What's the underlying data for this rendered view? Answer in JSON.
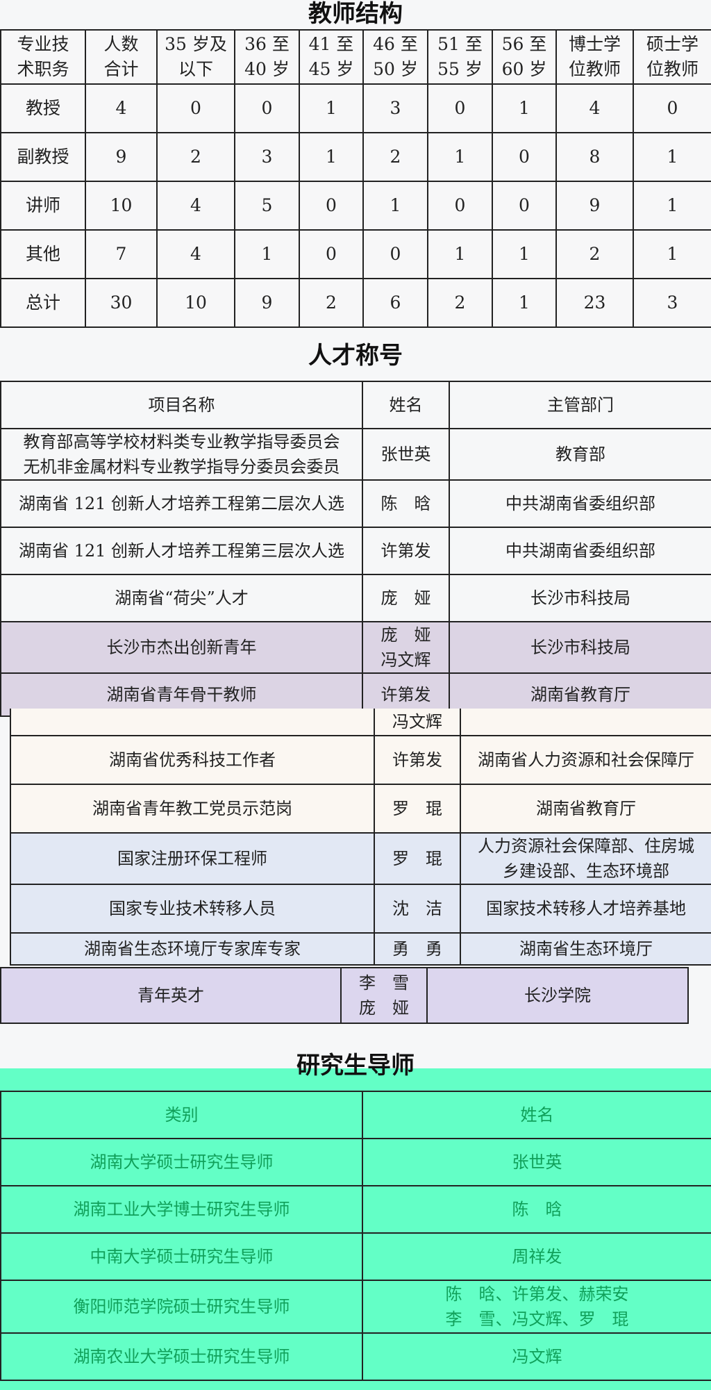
{
  "titles": {
    "structure": "教师结构",
    "talent": "人才称号",
    "supervisor": "研究生导师"
  },
  "structure": {
    "headers": [
      [
        "专业技",
        "术职务"
      ],
      [
        "人数",
        "合计"
      ],
      [
        "35 岁及",
        "以下"
      ],
      [
        "36 至",
        "40 岁"
      ],
      [
        "41 至",
        "45 岁"
      ],
      [
        "46 至",
        "50 岁"
      ],
      [
        "51 至",
        "55 岁"
      ],
      [
        "56 至",
        "60 岁"
      ],
      [
        "博士学",
        "位教师"
      ],
      [
        "硕士学",
        "位教师"
      ]
    ],
    "rows": [
      [
        "教授",
        "4",
        "0",
        "0",
        "1",
        "3",
        "0",
        "1",
        "4",
        "0"
      ],
      [
        "副教授",
        "9",
        "2",
        "3",
        "1",
        "2",
        "1",
        "0",
        "8",
        "1"
      ],
      [
        "讲师",
        "10",
        "4",
        "5",
        "0",
        "1",
        "0",
        "0",
        "9",
        "1"
      ],
      [
        "其他",
        "7",
        "4",
        "1",
        "0",
        "0",
        "1",
        "1",
        "2",
        "1"
      ],
      [
        "总计",
        "30",
        "10",
        "9",
        "2",
        "6",
        "2",
        "1",
        "23",
        "3"
      ]
    ]
  },
  "talent": {
    "headers": [
      "项目名称",
      "姓名",
      "主管部门"
    ],
    "rows": [
      {
        "project": [
          "教育部高等学校材料类专业教学指导委员会",
          "无机非金属材料专业教学指导分委员会委员"
        ],
        "names": [
          "张世英"
        ],
        "dept": [
          "教育部"
        ]
      },
      {
        "project": [
          "湖南省 121 创新人才培养工程第二层次人选"
        ],
        "names": [
          "陈　晗"
        ],
        "dept": [
          "中共湖南省委组织部"
        ]
      },
      {
        "project": [
          "湖南省 121 创新人才培养工程第三层次人选"
        ],
        "names": [
          "许第发"
        ],
        "dept": [
          "中共湖南省委组织部"
        ]
      },
      {
        "project": [
          "湖南省“荷尖”人才"
        ],
        "names": [
          "庞　娅"
        ],
        "dept": [
          "长沙市科技局"
        ]
      },
      {
        "project": [
          "长沙市杰出创新青年"
        ],
        "names": [
          "庞　娅",
          "冯文辉"
        ],
        "dept": [
          "长沙市科技局"
        ]
      }
    ],
    "partial_row": {
      "project": "湖南省青年骨干教师",
      "name": "许第发",
      "dept": "湖南省教育厅"
    }
  },
  "talent_cont": {
    "rows": [
      {
        "project": [
          ""
        ],
        "names": [
          "冯文辉"
        ],
        "dept": [
          ""
        ]
      },
      {
        "project": [
          "湖南省优秀科技工作者"
        ],
        "names": [
          "许第发"
        ],
        "dept": [
          "湖南省人力资源和社会保障厅"
        ]
      },
      {
        "project": [
          "湖南省青年教工党员示范岗"
        ],
        "names": [
          "罗　琨"
        ],
        "dept": [
          "湖南省教育厅"
        ]
      },
      {
        "project": [
          "国家注册环保工程师"
        ],
        "names": [
          "罗　琨"
        ],
        "dept": [
          "人力资源社会保障部、住房城",
          "乡建设部、生态环境部"
        ]
      },
      {
        "project": [
          "国家专业技术转移人员"
        ],
        "names": [
          "沈　洁"
        ],
        "dept": [
          "国家技术转移人才培养基地"
        ]
      },
      {
        "project": [
          "湖南省生态环境厅专家库专家"
        ],
        "names": [
          "勇　勇"
        ],
        "dept": [
          "湖南省生态环境厅"
        ]
      }
    ]
  },
  "youth": {
    "project": "青年英才",
    "names": [
      "李　雪",
      "庞　娅"
    ],
    "dept": "长沙学院"
  },
  "supervisor": {
    "headers": [
      "类别",
      "姓名"
    ],
    "rows": [
      {
        "category": "湖南大学硕士研究生导师",
        "names": [
          "张世英"
        ]
      },
      {
        "category": "湖南工业大学博士研究生导师",
        "names": [
          "陈　晗"
        ]
      },
      {
        "category": "中南大学硕士研究生导师",
        "names": [
          "周祥发"
        ]
      },
      {
        "category": "衡阳师范学院硕士研究生导师",
        "names": [
          "陈　晗、许第发、赫荣安",
          "李　雪、冯文辉、罗　琨"
        ]
      },
      {
        "category": "湖南农业大学硕士研究生导师",
        "names": [
          "冯文辉"
        ]
      }
    ]
  }
}
